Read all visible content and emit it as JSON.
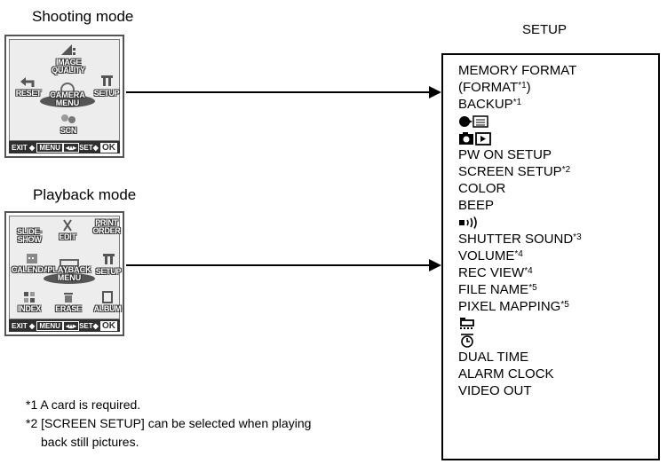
{
  "shooting": {
    "caption": "Shooting mode",
    "items": {
      "image_quality_l1": "IMAGE",
      "image_quality_l2": "QUALITY",
      "reset": "RESET",
      "camera_menu_l1": "CAMERA",
      "camera_menu_l2": "MENU",
      "setup": "SETUP",
      "scn": "SCN"
    },
    "bar": {
      "exit": "EXIT",
      "menu": "MENU",
      "set": "SET",
      "ok": "OK"
    }
  },
  "playback": {
    "caption": "Playback mode",
    "items": {
      "slideshow_l1": "SLIDE-",
      "slideshow_l2": "SHOW",
      "edit": "EDIT",
      "print_order_l1": "PRINT",
      "print_order_l2": "ORDER",
      "calendar": "CALENDAR",
      "playback_menu_l1": "PLAYBACK",
      "playback_menu_l2": "MENU",
      "setup": "SETUP",
      "index": "INDEX",
      "erase": "ERASE",
      "album": "ALBUM"
    },
    "bar": {
      "exit": "EXIT",
      "menu": "MENU",
      "set": "SET",
      "ok": "OK"
    }
  },
  "setup": {
    "title": "SETUP",
    "items": [
      {
        "text": "MEMORY FORMAT",
        "note": ""
      },
      {
        "text": "(FORMAT",
        "note": "*1",
        "suffix": ")"
      },
      {
        "text": "BACKUP",
        "note": "*1"
      },
      {
        "icon": "language-icon"
      },
      {
        "icon": "camera-playback-icon"
      },
      {
        "text": "PW ON SETUP",
        "note": ""
      },
      {
        "text": "SCREEN SETUP",
        "note": "*2"
      },
      {
        "text": "COLOR",
        "note": ""
      },
      {
        "text": "BEEP",
        "note": ""
      },
      {
        "icon": "sound-icon"
      },
      {
        "text": "SHUTTER SOUND",
        "note": "*3"
      },
      {
        "text": "VOLUME",
        "note": "*4"
      },
      {
        "text": "REC VIEW",
        "note": "*4"
      },
      {
        "text": "FILE NAME",
        "note": "*5"
      },
      {
        "text": "PIXEL MAPPING",
        "note": "*5"
      },
      {
        "icon": "monitor-brightness-icon"
      },
      {
        "icon": "clock-icon"
      },
      {
        "text": "DUAL TIME",
        "note": ""
      },
      {
        "text": "ALARM CLOCK",
        "note": ""
      },
      {
        "text": "VIDEO OUT",
        "note": ""
      }
    ]
  },
  "footnotes": {
    "n1": "*1 A card is required.",
    "n2_l1": "*2 [SCREEN SETUP] can be selected when playing",
    "n2_l2": "back still pictures."
  }
}
